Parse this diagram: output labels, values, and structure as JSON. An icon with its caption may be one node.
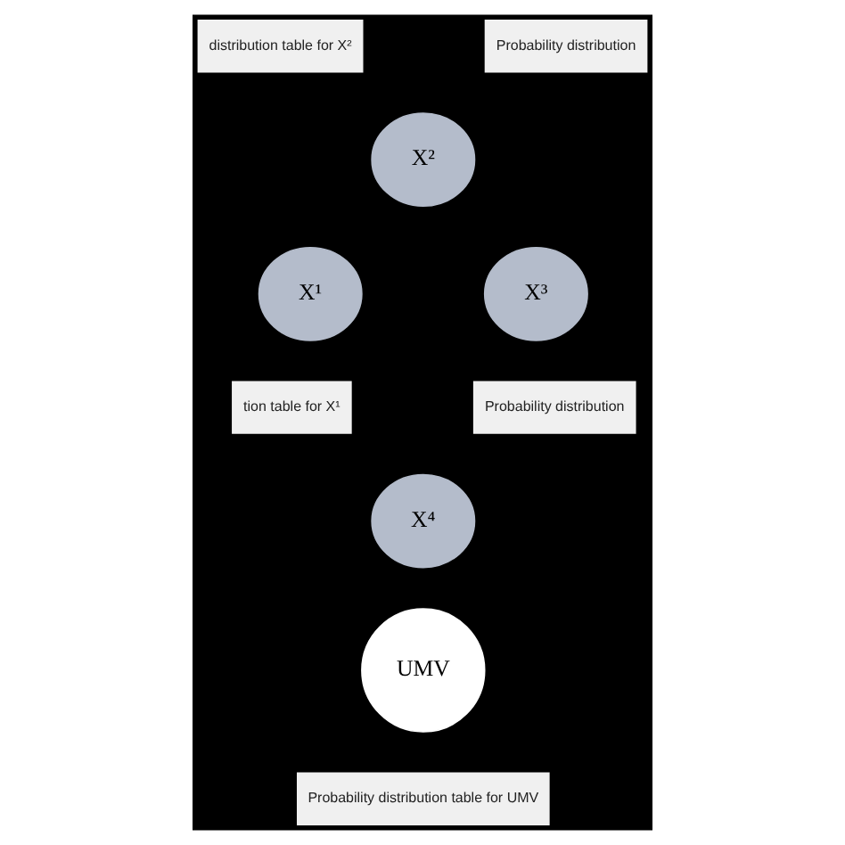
{
  "diagram": {
    "nodes": [
      {
        "text": [
          "distribution table for X²"
        ]
      },
      {
        "text": [
          "Probability distribution"
        ]
      },
      {
        "text": [
          "X²"
        ]
      },
      {
        "text": [
          "X¹"
        ]
      },
      {
        "text": [
          "X³"
        ]
      },
      {
        "text": [
          "tion table for X¹"
        ]
      },
      {
        "text": [
          "Probability distribution"
        ]
      },
      {
        "text": [
          "X⁴"
        ]
      },
      {
        "text": [
          "UMV"
        ]
      },
      {
        "text": [
          "Probability distribution table for UMV"
        ]
      }
    ]
  }
}
